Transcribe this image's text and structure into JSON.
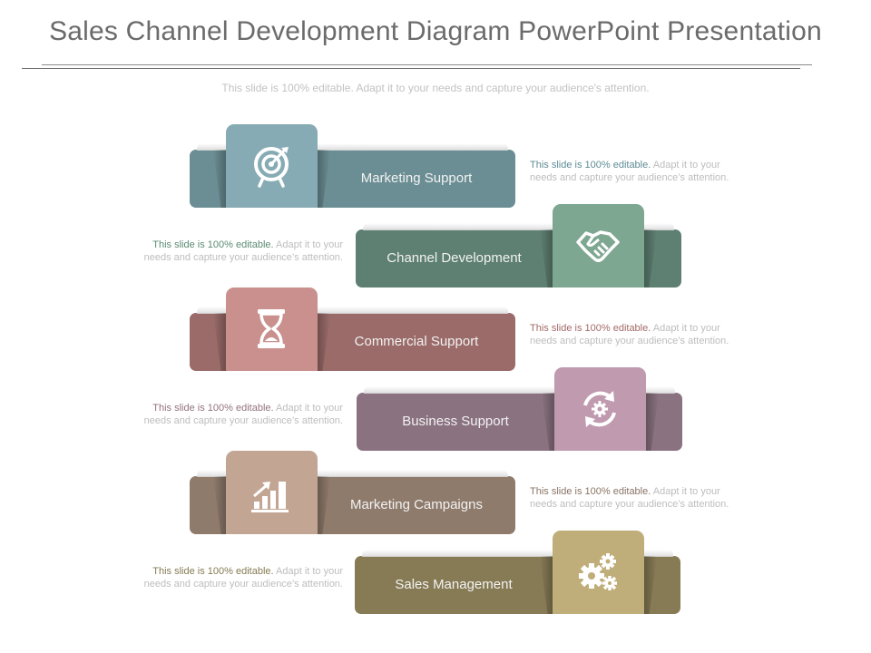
{
  "title": "Sales Channel Development Diagram PowerPoint Presentation",
  "subtitle": "This slide is 100% editable. Adapt it to your needs and capture your audience's attention.",
  "desc": {
    "highlight": "This slide is 100% editable.",
    "line1_rest": " Adapt it to your",
    "line2": "needs and capture your audience’s attention."
  },
  "steps": [
    {
      "label": "Marketing Support",
      "icon": "target-icon",
      "band": "#6b8e94",
      "tab": "#87abb4",
      "accent": "#5f8c95"
    },
    {
      "label": "Channel Development",
      "icon": "handshake-icon",
      "band": "#5e8072",
      "tab": "#7ea792",
      "accent": "#5a8a72"
    },
    {
      "label": "Commercial Support",
      "icon": "hourglass-icon",
      "band": "#9a6b69",
      "tab": "#c9908d",
      "accent": "#a36a67"
    },
    {
      "label": "Business Support",
      "icon": "refresh-gear-icon",
      "band": "#8a7280",
      "tab": "#c09aaf",
      "accent": "#93727f"
    },
    {
      "label": "Marketing Campaigns",
      "icon": "growth-chart-icon",
      "band": "#8f7b6c",
      "tab": "#c3a593",
      "accent": "#8a7466"
    },
    {
      "label": "Sales Management",
      "icon": "gears-icon",
      "band": "#877b55",
      "tab": "#bfae79",
      "accent": "#857a52"
    }
  ]
}
